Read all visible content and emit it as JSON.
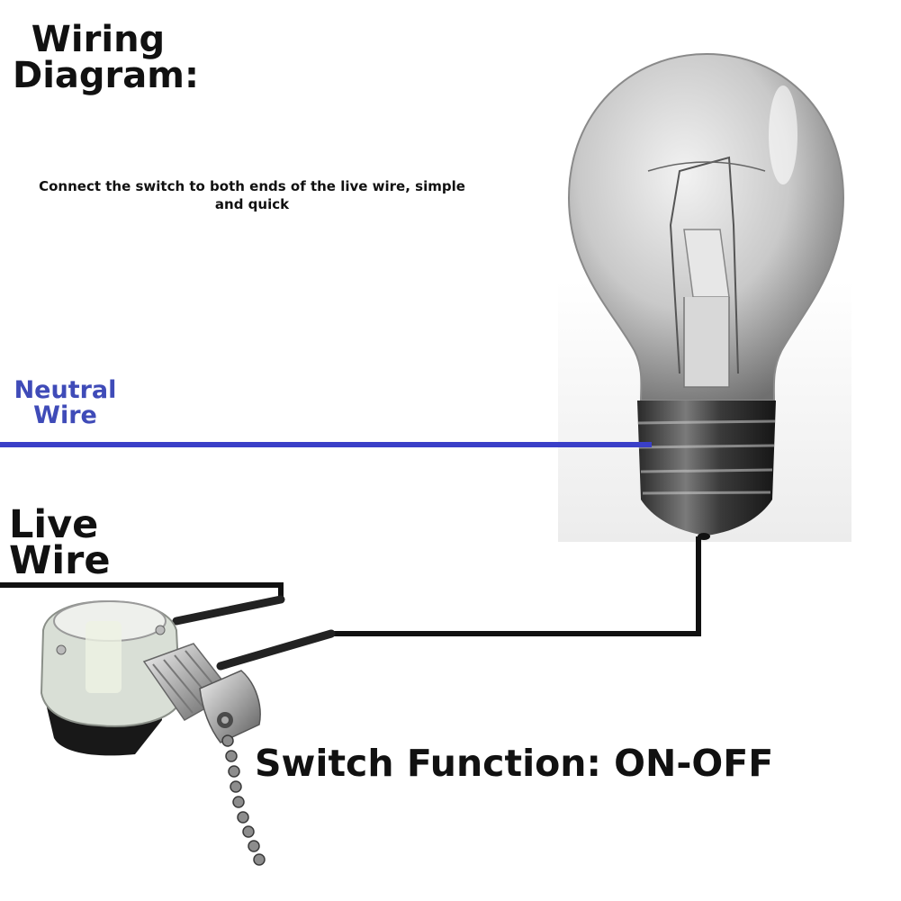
{
  "title": "Wiring\nDiagram:",
  "subtitle": "Connect the switch to both ends of the live wire, simple\nand quick",
  "neutral_label": "Neutral\nWire",
  "live_label": "Live\nWire",
  "function_label": "Switch Function: ON-OFF",
  "colors": {
    "neutral_wire": "#3a3fc8",
    "live_wire": "#111111",
    "background": "#ffffff"
  },
  "icons": {
    "bulb": "light-bulb-icon",
    "switch": "pull-chain-switch-icon",
    "chain": "pull-chain-icon"
  }
}
